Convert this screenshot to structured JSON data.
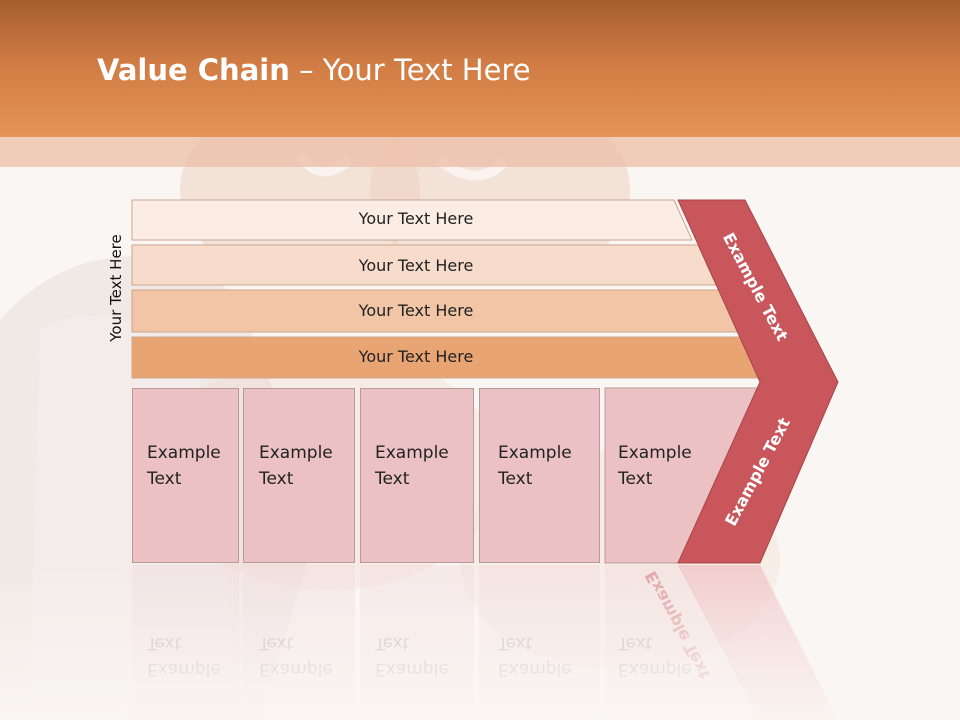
{
  "slide": {
    "title_bold": "Value Chain",
    "title_rest": " – Your Text Here",
    "side_label": "Your Text Here",
    "bars": [
      "Your Text Here",
      "Your Text Here",
      "Your Text Here",
      "Your Text Here"
    ],
    "boxes": [
      {
        "line1": "Example",
        "line2": "Text"
      },
      {
        "line1": "Example",
        "line2": "Text"
      },
      {
        "line1": "Example",
        "line2": "Text"
      },
      {
        "line1": "Example",
        "line2": "Text"
      },
      {
        "line1": "Example",
        "line2": "Text"
      }
    ],
    "chevron_top": "Example Text",
    "chevron_bottom": "Example Text"
  },
  "colors": {
    "header": "#cf7b43",
    "bar1": "#fbece4",
    "bar2": "#f8dccb",
    "bar3": "#f1c5a5",
    "bar4": "#e8a573",
    "box": "#ecc1c3",
    "chevron": "#c8565b"
  }
}
